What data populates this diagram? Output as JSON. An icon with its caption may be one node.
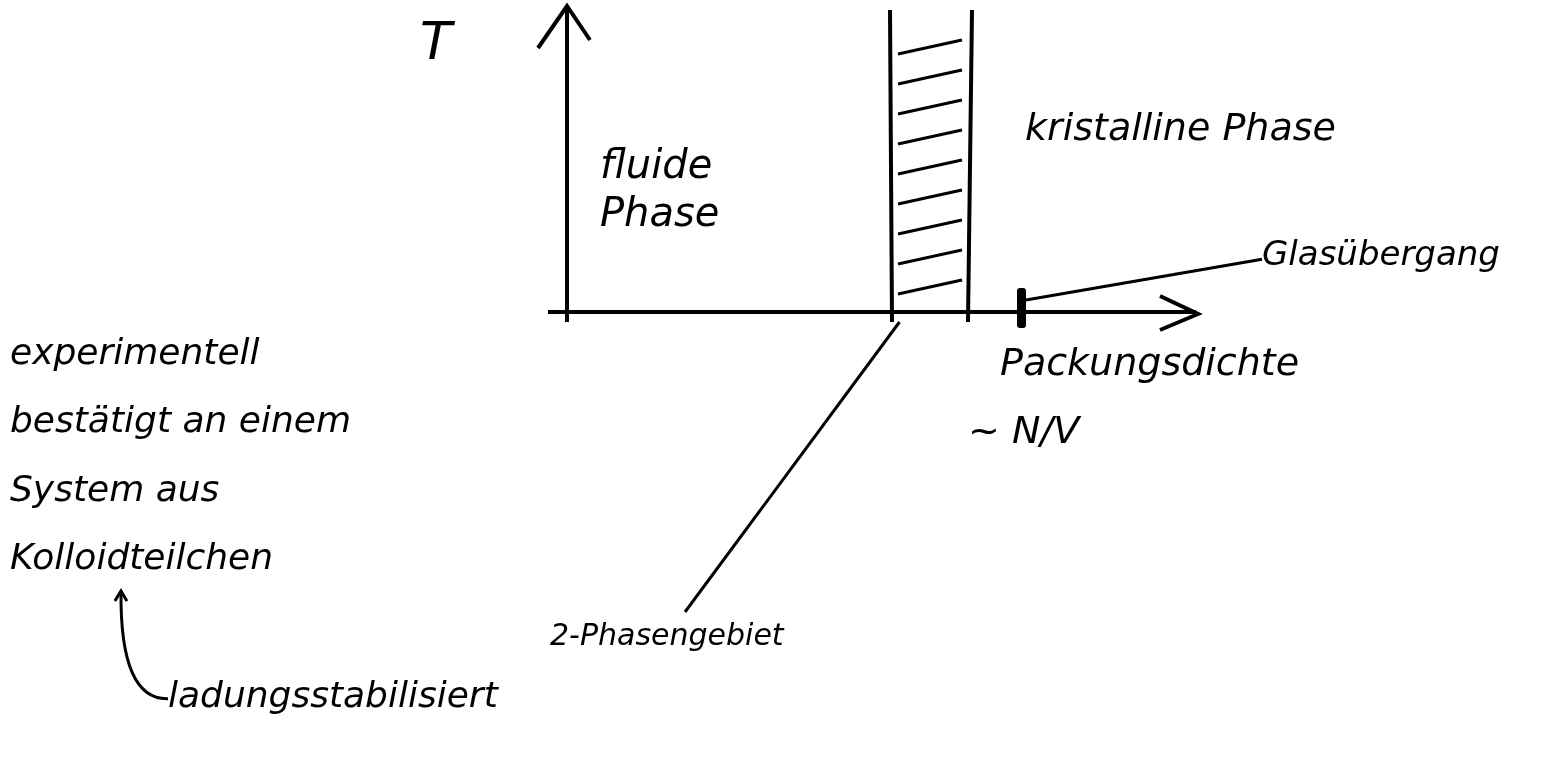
{
  "diagram": {
    "nodes": [
      {
        "text": [
          "2-Phasengebiet"
        ]
      },
      {
        "text": [],
        "shape": "bar"
      },
      {
        "text": [
          "Glasübergang"
        ]
      },
      {
        "text": [],
        "shape": "bar"
      },
      {
        "text": [
          "experimentell bestätigt an einem System aus Kolloidteilchen"
        ]
      },
      {
        "text": [
          "ladungsstabilisiert"
        ]
      }
    ],
    "edges": [
      {
        "from": 0,
        "to": 1,
        "arrow": "none"
      },
      {
        "from": 2,
        "to": 3,
        "arrow": "none"
      },
      {
        "from": 5,
        "to": 4,
        "arrow": "to"
      }
    ],
    "labels": [
      "T",
      "fluide Phase",
      "kristalline Phase",
      "Packungsdichte",
      "~ N/V"
    ]
  }
}
